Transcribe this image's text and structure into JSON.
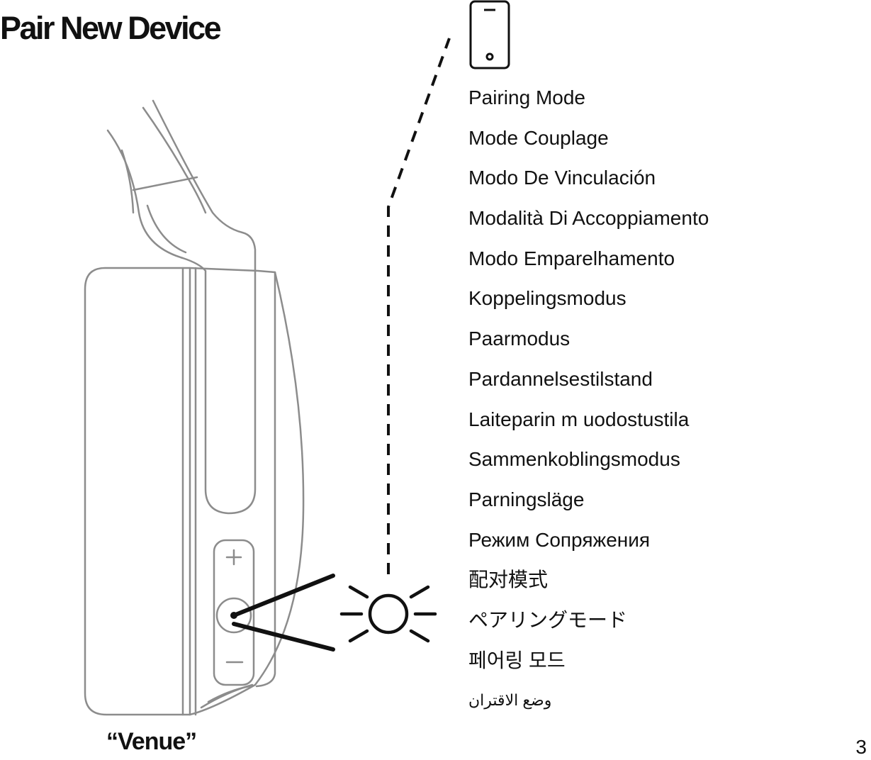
{
  "page": {
    "title": "Pair New Device",
    "model_name": "“Venue”",
    "page_number": "3"
  },
  "pairing_mode": {
    "labels": [
      "Pairing Mode",
      "Mode Couplage",
      "Modo De Vinculación",
      "Modalità Di Accoppiamento",
      "Modo Emparelhamento",
      "Koppelingsmodus",
      "Paarmodus",
      "Pardannelsestilstand",
      "Laiteparin m uodostustila",
      "Sammenkoblingsmodus",
      "Parningsläge",
      "Режим Сопряжения",
      "配对模式",
      "ペアリングモード",
      "페어링 모드",
      "وضع الاقتران"
    ]
  },
  "icons": {
    "phone": "smartphone-icon",
    "led": "led-light-icon",
    "headphone": "headphone-earcup-illustration"
  },
  "colors": {
    "headphone_outline": "#8c8c8c",
    "ink": "#111111"
  }
}
